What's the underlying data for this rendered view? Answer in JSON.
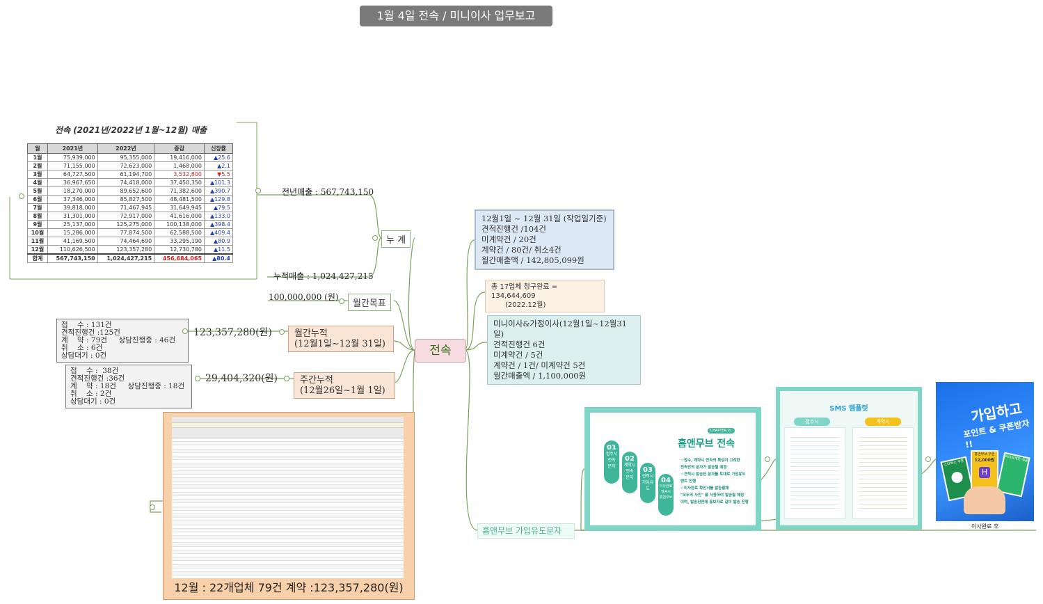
{
  "title": "1월 4일 전속 / 미니이사 업무보고",
  "center": "전속",
  "sales_table": {
    "title": "전속 (2021년/2022년 1월~12월) 매출",
    "headers": [
      "월",
      "2021년",
      "2022년",
      "증감",
      "신장률"
    ],
    "rows": [
      {
        "m": "1월",
        "y2021": "75,939,000",
        "y2022": "95,355,000",
        "diff": "19,416,000",
        "rate": "▲25.6",
        "dir": "up"
      },
      {
        "m": "2월",
        "y2021": "71,155,000",
        "y2022": "72,623,000",
        "diff": "1,468,000",
        "rate": "▲2.1",
        "dir": "up"
      },
      {
        "m": "3월",
        "y2021": "64,727,500",
        "y2022": "61,194,700",
        "diff": "3,532,800",
        "rate": "▼5.5",
        "dir": "down"
      },
      {
        "m": "4월",
        "y2021": "36,967,650",
        "y2022": "74,418,000",
        "diff": "37,450,350",
        "rate": "▲101.3",
        "dir": "up"
      },
      {
        "m": "5월",
        "y2021": "18,270,000",
        "y2022": "89,652,600",
        "diff": "71,382,600",
        "rate": "▲390.7",
        "dir": "up"
      },
      {
        "m": "6월",
        "y2021": "37,346,000",
        "y2022": "85,827,500",
        "diff": "48,481,500",
        "rate": "▲129.8",
        "dir": "up"
      },
      {
        "m": "7월",
        "y2021": "39,818,000",
        "y2022": "71,467,945",
        "diff": "31,649,945",
        "rate": "▲79.5",
        "dir": "up"
      },
      {
        "m": "8월",
        "y2021": "31,301,000",
        "y2022": "72,917,000",
        "diff": "41,616,000",
        "rate": "▲133.0",
        "dir": "up"
      },
      {
        "m": "9월",
        "y2021": "25,137,000",
        "y2022": "125,275,000",
        "diff": "100,138,000",
        "rate": "▲398.4",
        "dir": "up"
      },
      {
        "m": "10월",
        "y2021": "15,286,000",
        "y2022": "77,874,500",
        "diff": "62,588,500",
        "rate": "▲409.4",
        "dir": "up"
      },
      {
        "m": "11월",
        "y2021": "41,169,500",
        "y2022": "74,464,690",
        "diff": "33,295,190",
        "rate": "▲80.9",
        "dir": "up"
      },
      {
        "m": "12월",
        "y2021": "110,626,500",
        "y2022": "123,357,280",
        "diff": "12,730,780",
        "rate": "▲11.5",
        "dir": "up"
      }
    ],
    "total": {
      "m": "합계",
      "y2021": "567,743,150",
      "y2022": "1,024,427,215",
      "diff": "456,684,065",
      "rate": "▲80.4"
    }
  },
  "nodes": {
    "cumulative": "누 계",
    "prev_sales": "전년매출 : 567,743,150",
    "cum_sales": "누적매출 : 1,024,427,215",
    "monthly_goal": "월간목표",
    "goal_value": "100,000,000 (원)",
    "monthly_cum": [
      "월간누적",
      "(12월1일~12월 31일)"
    ],
    "monthly_cum_value": "123,357,280(원)",
    "monthly_box": [
      "접    수 : 131건",
      "견적진행건 :125건",
      "계    약 : 79건     상담진행중 : 46건",
      "취    소 : 6건",
      "상담대기 : 0건"
    ],
    "weekly_cum": [
      "주간누적",
      "(12월26일~1월 1일)"
    ],
    "weekly_cum_value": "29,404,320(원)",
    "weekly_box": [
      "접    수 :  38건",
      "견적진행건 :36건",
      "계    약 : 18건     상담진행중 : 18건",
      "취    소 : 2건",
      "상담대기 : 0건"
    ],
    "report_caption": "12월 : 22개업체  79건 계약 :123,357,280(원)",
    "right1": [
      "12월1일 ~ 12월 31일 (작업일기준)",
      "견적진행건 /104건",
      "미계약건 / 20건",
      "계약건 / 80건/ 취소4건",
      "월간매출액 / 142,805,099원"
    ],
    "right2": [
      "총 17업체 청구완료 = 134,644,609",
      "(2022.12월)"
    ],
    "right3": [
      "미니이사&가정이사(12월1일~12월31일)",
      "견적진행건 6건",
      "미계약건 / 5건",
      "계약건 / 1건/ 미계약건 5건",
      "월간매출액 / 1,100,000원"
    ],
    "homemove": "홈앤무브  가입유도문자",
    "img3_caption": "이사완료 후"
  },
  "images": {
    "img1_title": "홈앤무브 전속",
    "img1_chapter": "CHAPTER 01",
    "img1_steps": [
      "01",
      "접수시",
      "전속",
      "문자",
      "02",
      "계약시",
      "전속",
      "문자",
      "03",
      "견적시",
      "가입유도",
      "04",
      "이사완료",
      "발송시",
      "홈앤무브"
    ],
    "img1_bullets": [
      "☆접수, 계약시 전속의 특성이 고려한",
      "전속만의 문자가 발송될 예정",
      "☆견적시 발송된 문자를 토대로 가입유도",
      "멘트 진행",
      "☆이사완료 확인서를 발송할때",
      "\"모두의 사인\" 을  사용하여 발송될 예정",
      "이며, 발송된면에 홍보자료 같이 발송 진행"
    ],
    "img2_title": "SMS 템플릿",
    "img2_tab_left": "접수시",
    "img2_tab_right": "계약시",
    "img3_main": "가입하고",
    "img3_sub": "포인트 & 쿠폰받자 !!",
    "img3_coupon1": "스타벅스 쿠폰",
    "img3_coupon2": "홈앤무브 쿠폰",
    "img3_coupon2_value": "12,000원",
    "img3_coupon3": "파리바게뜨 쿠폰"
  },
  "colors": {
    "title_bg": "#7a7a7a",
    "center_bg": "#f6dce0",
    "line": "#7aa35a",
    "right_box_blue": "#dce9f5",
    "right_box_peach": "#fdf1e6",
    "right_box_teal": "#dcefef",
    "teal": "#7fd6c6"
  }
}
